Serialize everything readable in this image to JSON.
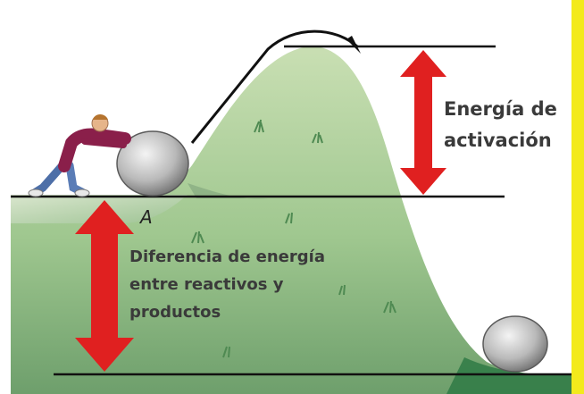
{
  "labels": {
    "activation_line1": "Energía de",
    "activation_line2": "activación",
    "point_a": "A",
    "difference_line1": "Diferencia de energía",
    "difference_line2": "entre reactivos y",
    "difference_line3": "productos"
  },
  "colors": {
    "hill_light": "#d6e8c6",
    "hill_dark": "#6fa374",
    "arrow_red": "#e02020",
    "line": "#111111",
    "frame_yellow": "#f3ea1c",
    "ground_dark": "#2f7a45"
  }
}
